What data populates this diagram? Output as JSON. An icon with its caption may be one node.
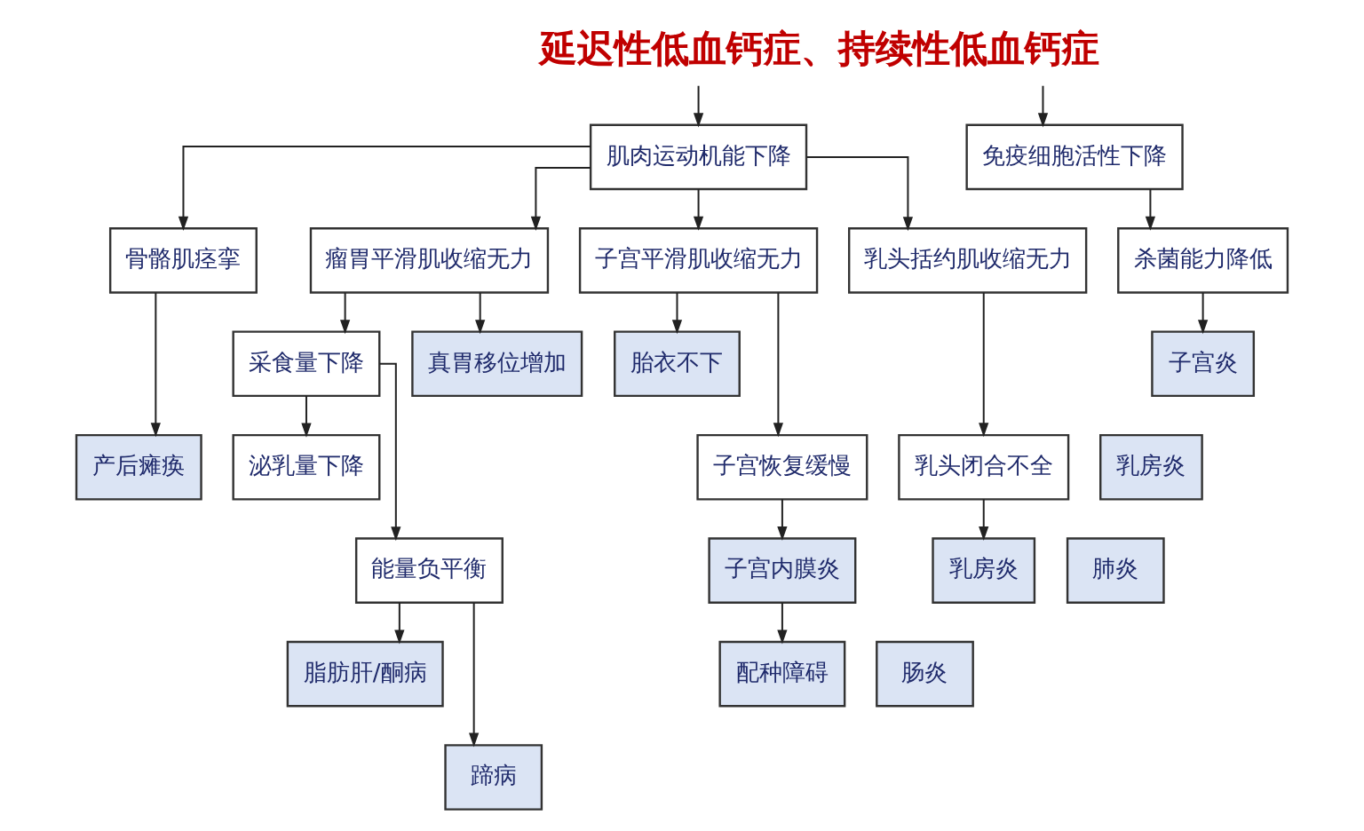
{
  "diagram": {
    "nodes": [
      {
        "text": [
          "延迟性低血钙症、持续性低血钙症"
        ]
      },
      {
        "text": [
          "肌肉运动机能下降"
        ]
      },
      {
        "text": [
          "免疫细胞活性下降"
        ]
      },
      {
        "text": [
          "骨骼肌痉挛"
        ]
      },
      {
        "text": [
          "瘤胃平滑肌收缩无力"
        ]
      },
      {
        "text": [
          "子宫平滑肌收缩无力"
        ]
      },
      {
        "text": [
          "乳头括约肌收缩无力"
        ]
      },
      {
        "text": [
          "杀菌能力降低"
        ]
      },
      {
        "text": [
          "采食量下降"
        ]
      },
      {
        "text": [
          "真胃移位增加"
        ]
      },
      {
        "text": [
          "胎衣不下"
        ]
      },
      {
        "text": [
          "子宫炎"
        ]
      },
      {
        "text": [
          "产后瘫痪"
        ]
      },
      {
        "text": [
          "泌乳量下降"
        ]
      },
      {
        "text": [
          "子宫恢复缓慢"
        ]
      },
      {
        "text": [
          "乳头闭合不全"
        ]
      },
      {
        "text": [
          "乳房炎"
        ]
      },
      {
        "text": [
          "肺炎"
        ]
      },
      {
        "text": [
          "能量负平衡"
        ]
      },
      {
        "text": [
          "子宫内膜炎"
        ]
      },
      {
        "text": [
          "乳房炎"
        ]
      },
      {
        "text": [
          "肠炎"
        ]
      },
      {
        "text": [
          "脂肪肝/酮病"
        ]
      },
      {
        "text": [
          "配种障碍"
        ]
      },
      {
        "text": [
          "蹄病"
        ]
      }
    ],
    "edges": [
      {
        "from": 0,
        "to": 1,
        "arrow": "to"
      },
      {
        "from": 0,
        "to": 2,
        "arrow": "to"
      },
      {
        "from": 1,
        "to": 3,
        "arrow": "to"
      },
      {
        "from": 1,
        "to": 4,
        "arrow": "to"
      },
      {
        "from": 1,
        "to": 5,
        "arrow": "to"
      },
      {
        "from": 1,
        "to": 6,
        "arrow": "to"
      },
      {
        "from": 2,
        "to": 7,
        "arrow": "to"
      },
      {
        "from": 4,
        "to": 8,
        "arrow": "to"
      },
      {
        "from": 4,
        "to": 9,
        "arrow": "to"
      },
      {
        "from": 5,
        "to": 10,
        "arrow": "to"
      },
      {
        "from": 7,
        "to": 11,
        "arrow": "to"
      },
      {
        "from": 3,
        "to": 12,
        "arrow": "to"
      },
      {
        "from": 8,
        "to": 13,
        "arrow": "to"
      },
      {
        "from": 5,
        "to": 14,
        "arrow": "to"
      },
      {
        "from": 6,
        "to": 15,
        "arrow": "to"
      },
      {
        "from": 8,
        "to": 18,
        "arrow": "to"
      },
      {
        "from": 14,
        "to": 19,
        "arrow": "to"
      },
      {
        "from": 15,
        "to": 20,
        "arrow": "to"
      },
      {
        "from": 18,
        "to": 22,
        "arrow": "to"
      },
      {
        "from": 19,
        "to": 23,
        "arrow": "to"
      },
      {
        "from": 18,
        "to": 24,
        "arrow": "to"
      }
    ]
  }
}
